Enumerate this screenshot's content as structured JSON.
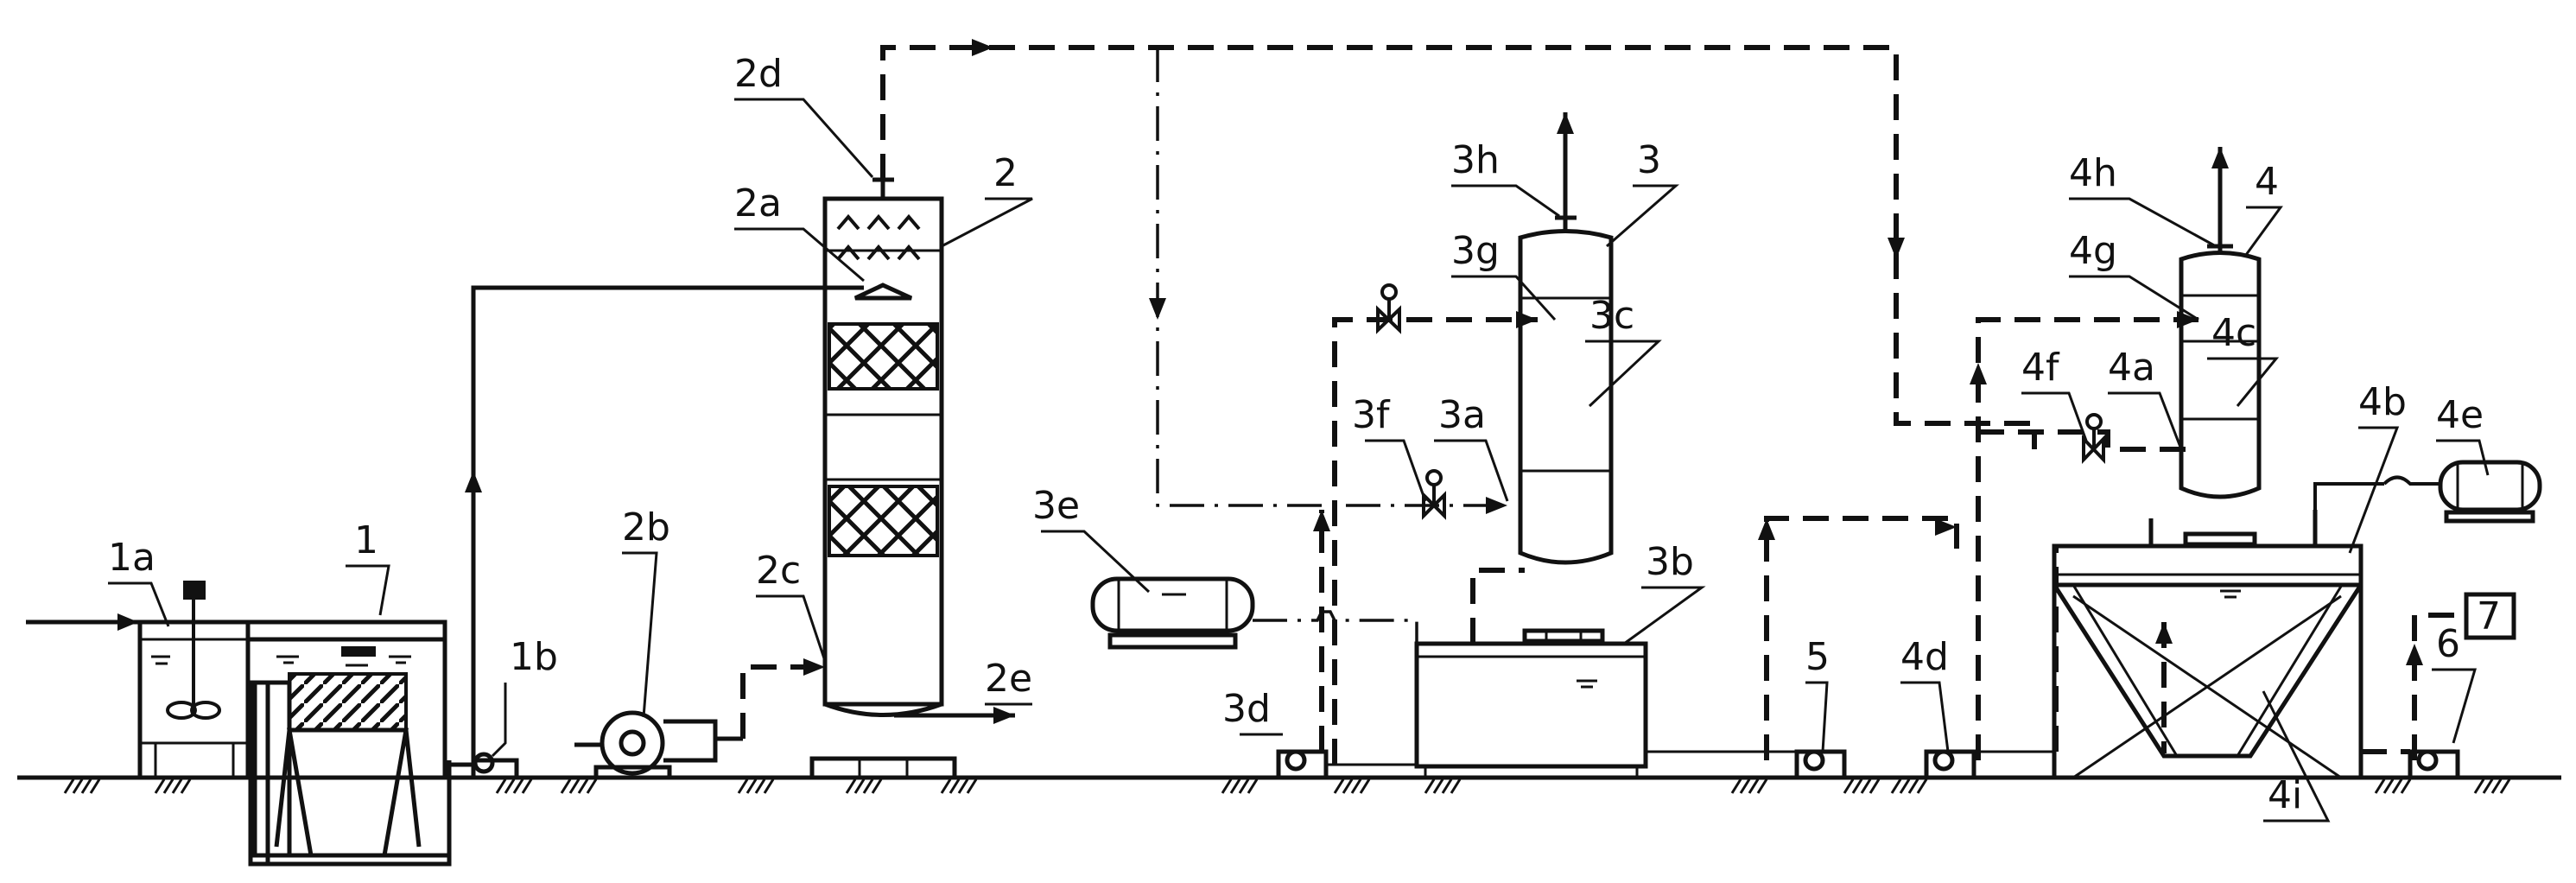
{
  "labels": {
    "l_1a": "1a",
    "l_1": "1",
    "l_1b": "1b",
    "l_2d": "2d",
    "l_2a": "2a",
    "l_2": "2",
    "l_2b": "2b",
    "l_2c": "2c",
    "l_2e": "2e",
    "l_3h": "3h",
    "l_3": "3",
    "l_3g": "3g",
    "l_3c": "3c",
    "l_3f": "3f",
    "l_3a": "3a",
    "l_3e": "3e",
    "l_3b": "3b",
    "l_3d": "3d",
    "l_5": "5",
    "l_4h": "4h",
    "l_4": "4",
    "l_4g": "4g",
    "l_4c": "4c",
    "l_4f": "4f",
    "l_4a": "4a",
    "l_4b": "4b",
    "l_4e": "4e",
    "l_4d": "4d",
    "l_4i": "4i",
    "l_6": "6",
    "l_7": "7"
  }
}
